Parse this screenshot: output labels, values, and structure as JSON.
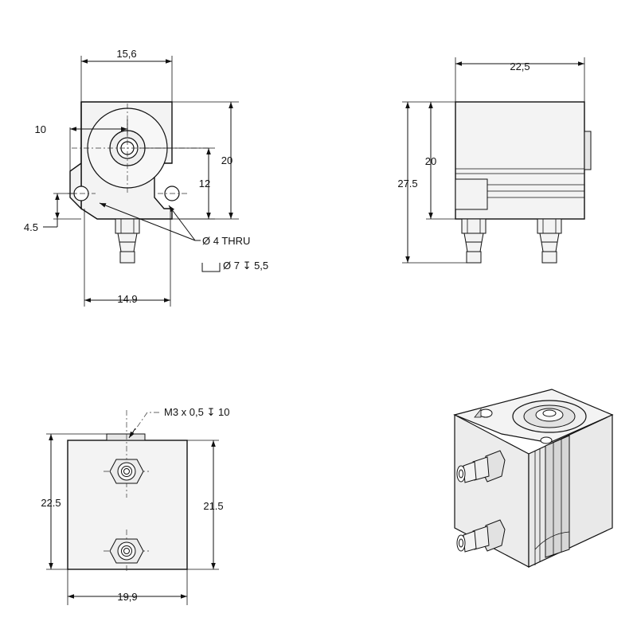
{
  "top_view": {
    "width": "15,6",
    "center_offset": "10",
    "height": "20",
    "hole_height": "12",
    "hole_offset": "4.5",
    "hole_spacing": "14.9",
    "thru_note": "Ø 4 THRU",
    "cbore_note": "Ø 7 ↧ 5,5"
  },
  "side_view": {
    "width": "22,5",
    "body_height": "20",
    "overall_height": "27.5"
  },
  "front_view": {
    "thread_note": "M3 x 0,5 ↧ 10",
    "height_left": "22.5",
    "height_right": "21.5",
    "width": "19,9"
  },
  "colors": {
    "line": "#111111",
    "face_light": "#f3f3f3",
    "face_mid": "#dcdcdc",
    "face_dark": "#bdbdbd"
  }
}
